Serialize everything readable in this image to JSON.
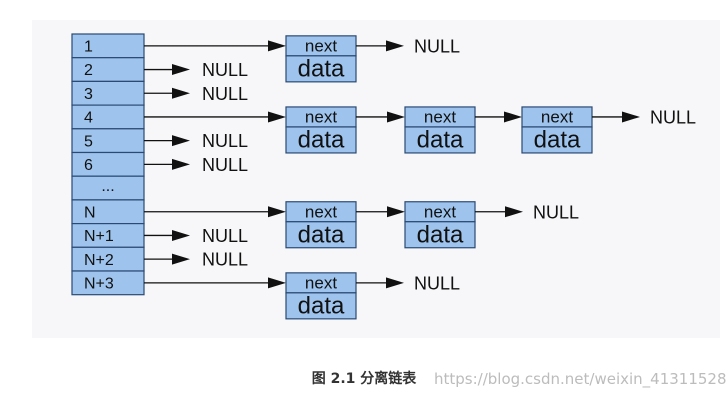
{
  "bucket_labels": [
    "1",
    "2",
    "3",
    "4",
    "5",
    "6",
    "...",
    "N",
    "N+1",
    "N+2",
    "N+3"
  ],
  "node_labels": {
    "next": "next",
    "data": "data"
  },
  "null_label": "NULL",
  "chains": [
    {
      "bucket": 0,
      "nodes": 1
    },
    {
      "bucket": 1,
      "nodes": 0
    },
    {
      "bucket": 2,
      "nodes": 0
    },
    {
      "bucket": 3,
      "nodes": 3
    },
    {
      "bucket": 4,
      "nodes": 0
    },
    {
      "bucket": 5,
      "nodes": 0
    },
    {
      "bucket": 7,
      "nodes": 2
    },
    {
      "bucket": 8,
      "nodes": 0
    },
    {
      "bucket": 9,
      "nodes": 0
    },
    {
      "bucket": 10,
      "nodes": 1
    }
  ],
  "caption": "图 2.1 分离链表",
  "watermark": "https://blog.csdn.net/weixin_41311528",
  "colors": {
    "cell_fill": "#9ec4ee",
    "cell_stroke": "#2a4a73",
    "line": "#111111"
  }
}
